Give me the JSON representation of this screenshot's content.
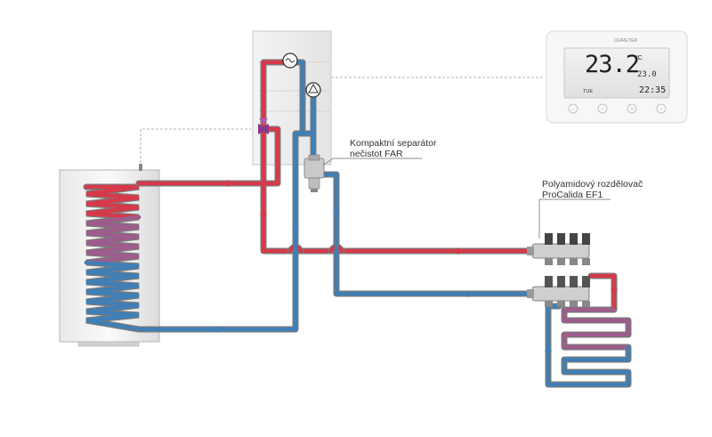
{
  "labels": {
    "separator_line1": "Kompaktní separátor",
    "separator_line2": "nečistot FAR",
    "manifold_line1": "Polyamidový rozdělovač",
    "manifold_line2": "ProCalida EF1"
  },
  "thermostat": {
    "brand": "ΩHRETEK",
    "temperature": "23.2",
    "unit": "°C",
    "setpoint": "23.0",
    "day": "TUE",
    "time": "22:35"
  },
  "colors": {
    "hot_pipe": "#d63a4a",
    "cold_pipe": "#3f7fb6",
    "pipe_outline": "#7a7a7a",
    "valve": "#8a3a8a"
  },
  "icons": [
    "pump-icon",
    "three-way-valve-icon",
    "flow-arrow-icon",
    "button-icon"
  ]
}
